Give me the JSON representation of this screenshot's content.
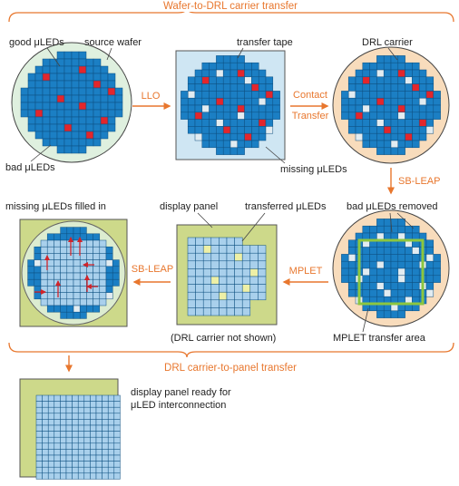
{
  "titles": {
    "wafer_to_drl": "Wafer-to-DRL carrier transfer",
    "drl_to_panel": "DRL carrier-to-panel transfer"
  },
  "labels": {
    "good_leds": "good μLEDs",
    "source_wafer": "source wafer",
    "bad_leds": "bad μLEDs",
    "transfer_tape": "transfer tape",
    "missing_leds": "missing μLEDs",
    "drl_carrier": "DRL carrier",
    "bad_removed": "bad μLEDs removed",
    "mplet_area": "MPLET transfer area",
    "display_panel": "display panel",
    "transferred_leds": "transferred μLEDs",
    "drl_not_shown": "(DRL carrier not shown)",
    "missing_filled": "missing μLEDs filled in",
    "ready_line1": "display panel ready for",
    "ready_line2": "μLED interconnection"
  },
  "steps": {
    "llo": "LLO",
    "contact_line1": "Contact",
    "contact_line2": "Transfer",
    "sbleap_1": "SB-LEAP",
    "mplet": "MPLET",
    "sbleap_2": "SB-LEAP"
  },
  "colors": {
    "accent": "#e8772e",
    "good_led": "#1b7fc4",
    "led_grid_line": "#0d4f80",
    "bad_led": "#e3262c",
    "empty_site": "#e2ecf1",
    "wafer_fill": "#dff0df",
    "tape_fill": "#cfe6f3",
    "drl_fill": "#f8dcbc",
    "panel_fill": "#cdd98a",
    "panel_led": "#a9d0ec",
    "yellow_site": "#eef0a6",
    "mplet_box": "#8cc63f"
  }
}
